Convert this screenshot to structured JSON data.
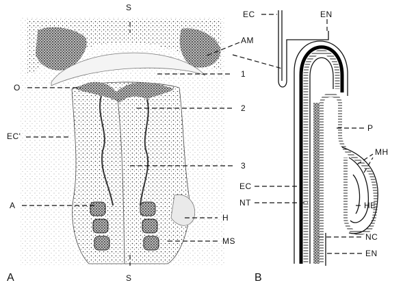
{
  "panels": {
    "left": "A",
    "right": "B"
  },
  "panel_a": {
    "labels": {
      "s_top": "S",
      "s_bottom": "S",
      "am": "AM",
      "o": "O",
      "ec_prime": "EC'",
      "n1": "1",
      "n2": "2",
      "n3": "3",
      "a": "A",
      "h": "H",
      "ms": "MS"
    }
  },
  "panel_b": {
    "labels": {
      "ec_top": "EC",
      "en_top": "EN",
      "p": "P",
      "mh": "MH",
      "ec": "EC",
      "nt": "NT",
      "he": "HE",
      "nc": "NC",
      "en": "EN"
    }
  }
}
